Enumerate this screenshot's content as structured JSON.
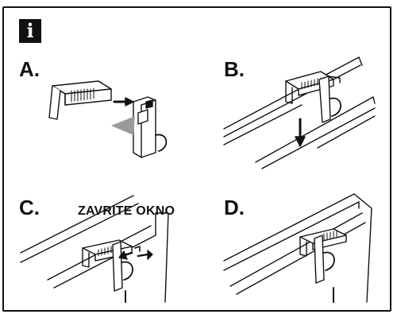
{
  "info_icon": {
    "icon": "info-icon",
    "glyph": "i"
  },
  "steps": [
    {
      "label": "A."
    },
    {
      "label": "B."
    },
    {
      "label": "C.",
      "caption": "ZAVRITE OKNO"
    },
    {
      "label": "D."
    }
  ],
  "colors": {
    "ink": "#111111",
    "background": "#ffffff"
  }
}
